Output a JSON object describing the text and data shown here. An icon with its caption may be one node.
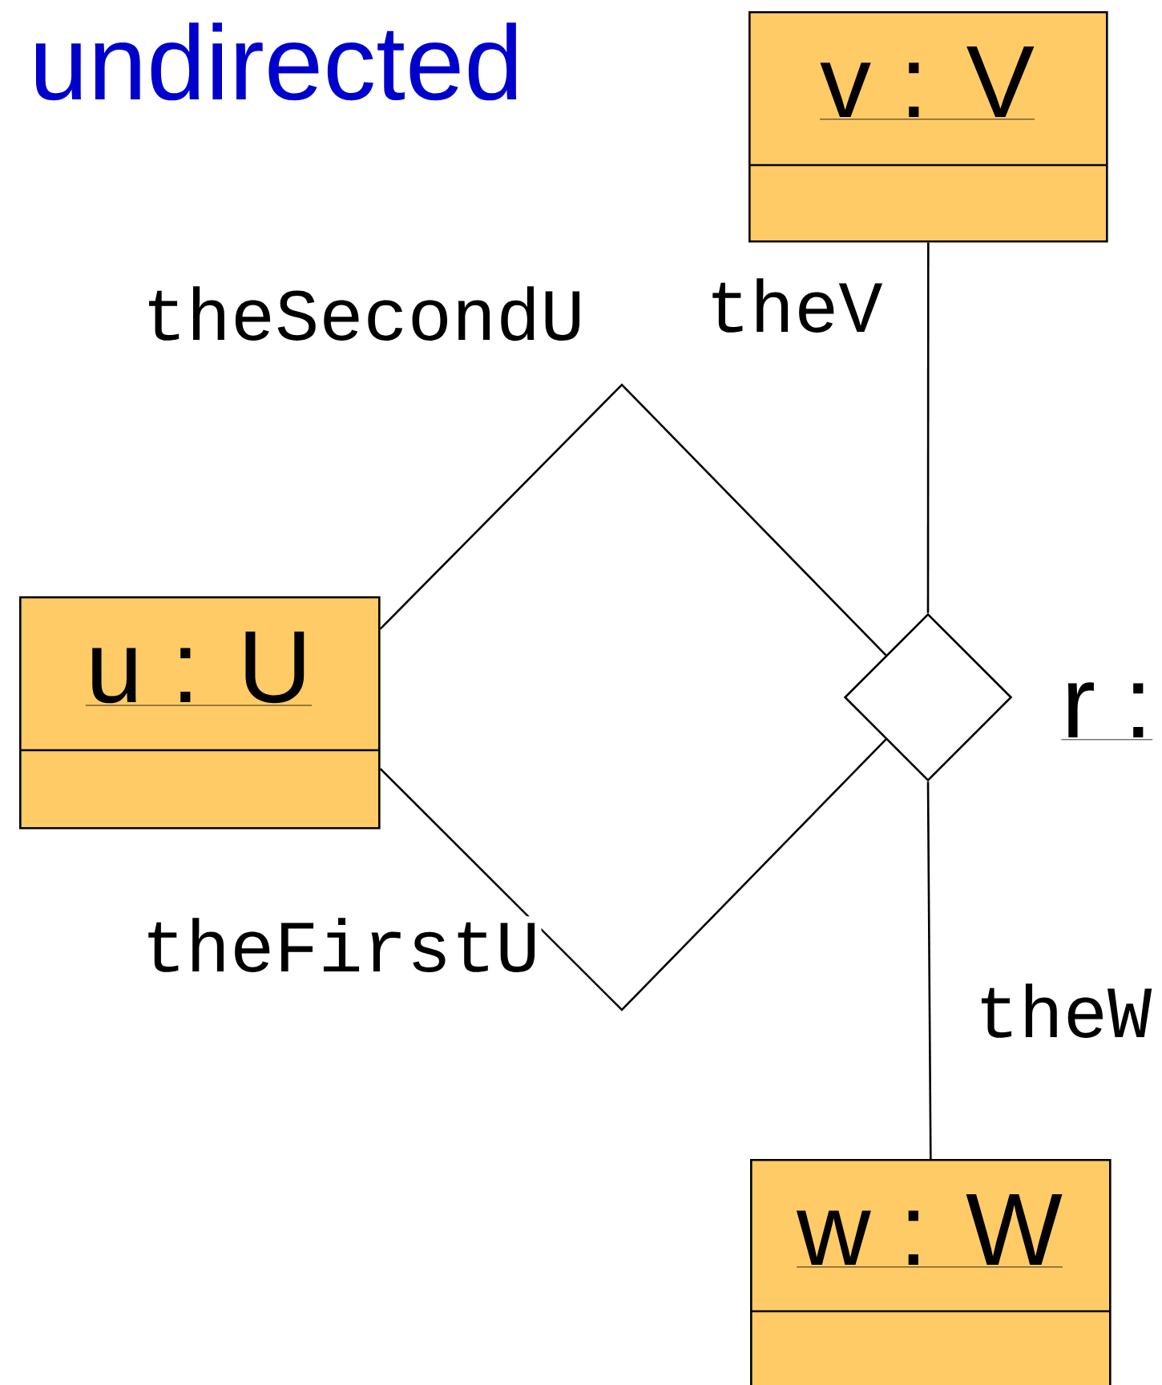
{
  "diagram": {
    "title": "undirected",
    "nodes": [
      {
        "text": [
          "v : V"
        ]
      },
      {
        "text": [
          "u : U"
        ]
      },
      {
        "text": [],
        "shape": "diamond",
        "beside": [
          "r :"
        ]
      },
      {
        "text": [
          "w : W"
        ]
      }
    ],
    "edges": [
      {
        "from": 0,
        "to": 2,
        "arrow": "none",
        "label": "theV"
      },
      {
        "from": 1,
        "to": 2,
        "arrow": "none",
        "label": "theSecondU"
      },
      {
        "from": 1,
        "to": 2,
        "arrow": "none",
        "label": "theFirstU"
      },
      {
        "from": 2,
        "to": 3,
        "arrow": "none",
        "label": "theW"
      }
    ]
  }
}
